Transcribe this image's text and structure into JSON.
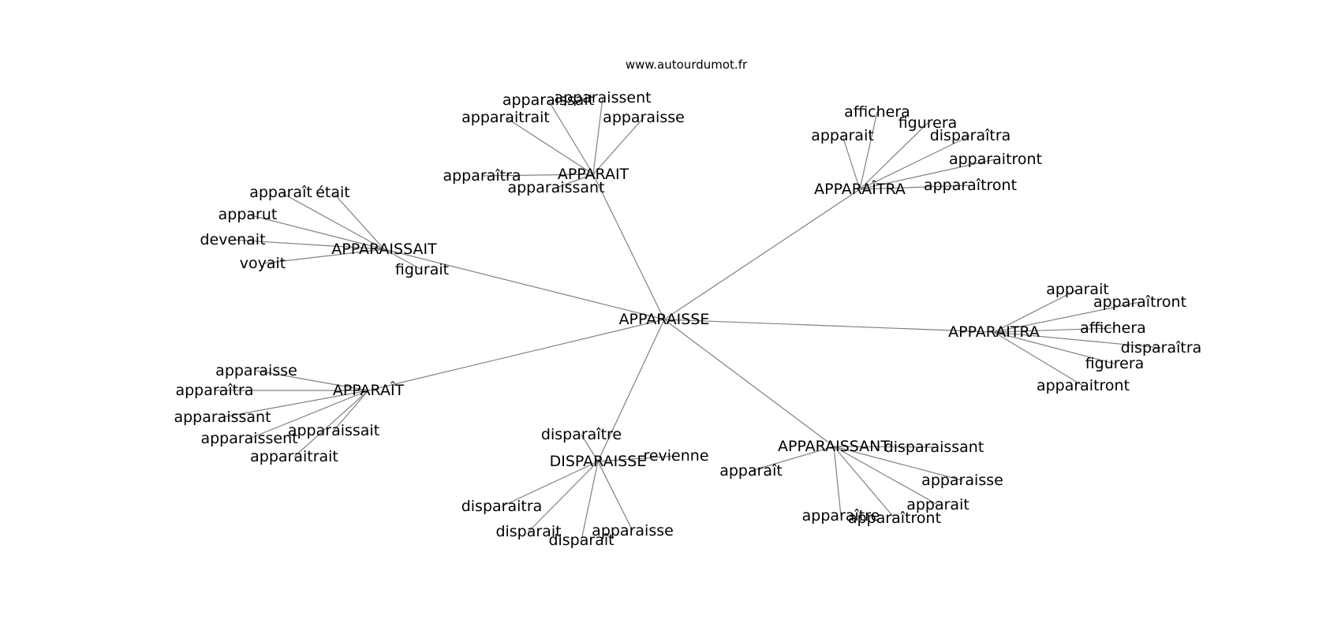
{
  "credit": "www.autourdumot.fr",
  "root": "APPARAISSE",
  "clusters": [
    {
      "hub": "APPARAIT",
      "leaves": [
        "apparaissait",
        "apparaissent",
        "apparaitrait",
        "apparaisse",
        "apparaîtra",
        "apparaissant"
      ]
    },
    {
      "hub": "APPARAÎTRA",
      "leaves": [
        "affichera",
        "figurera",
        "apparait",
        "disparaîtra",
        "apparaitront",
        "apparaîtront"
      ]
    },
    {
      "hub": "APPARAISSAIT",
      "leaves": [
        "apparaît",
        "était",
        "apparut",
        "devenait",
        "voyait",
        "figurait"
      ]
    },
    {
      "hub": "APPARAITRA",
      "leaves": [
        "apparait",
        "apparaîtront",
        "affichera",
        "disparaîtra",
        "figurera",
        "apparaitront"
      ]
    },
    {
      "hub": "APPARAÎT",
      "leaves": [
        "apparaisse",
        "apparaîtra",
        "apparaissant",
        "apparaissent",
        "apparaissait",
        "apparaitrait"
      ]
    },
    {
      "hub": "DISPARAISSE",
      "leaves": [
        "disparaître",
        "revienne",
        "disparaitra",
        "disparait",
        "disparaît",
        "apparaisse"
      ]
    },
    {
      "hub": "APPARAISSANT",
      "leaves": [
        "disparaissant",
        "apparaît",
        "apparaisse",
        "apparait",
        "apparaître",
        "apparaîtront"
      ]
    }
  ]
}
